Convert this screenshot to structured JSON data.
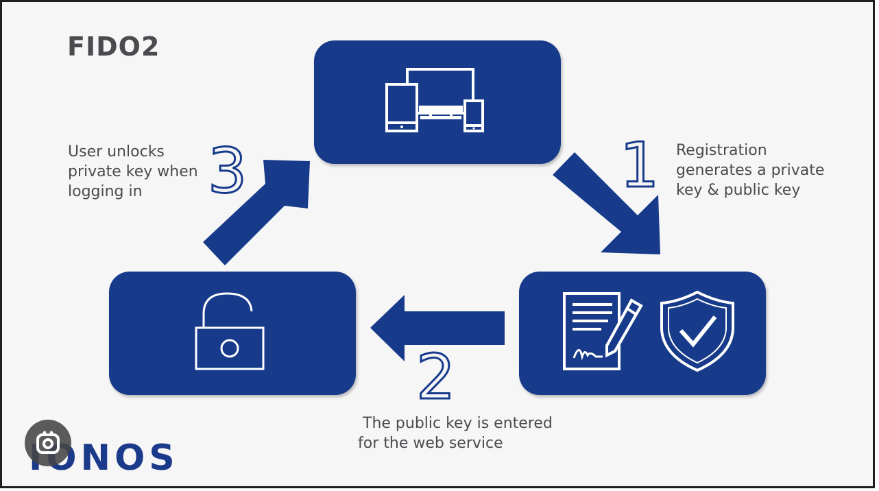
{
  "title": "FIDO2",
  "steps": [
    {
      "number": "1",
      "caption_lines": [
        "Registration",
        "generates a private",
        "key & public key"
      ]
    },
    {
      "number": "2",
      "caption_lines": [
        "The public key is entered",
        "for the web service"
      ]
    },
    {
      "number": "3",
      "caption_lines": [
        "User unlocks",
        "private key when",
        "logging in"
      ]
    }
  ],
  "boxes": [
    {
      "id": "devices",
      "icon": "devices-icon"
    },
    {
      "id": "contract",
      "icon": "signed-document-icon"
    },
    {
      "id": "shield",
      "icon": "shield-check-icon"
    },
    {
      "id": "lock",
      "icon": "unlocked-padlock-icon"
    }
  ],
  "logo": {
    "text": "IONOS",
    "badge_icon": "lens-icon"
  },
  "colors": {
    "brand_blue": "#173b8a",
    "text_gray": "#4b4b4f",
    "background": "#f6f6f7"
  }
}
